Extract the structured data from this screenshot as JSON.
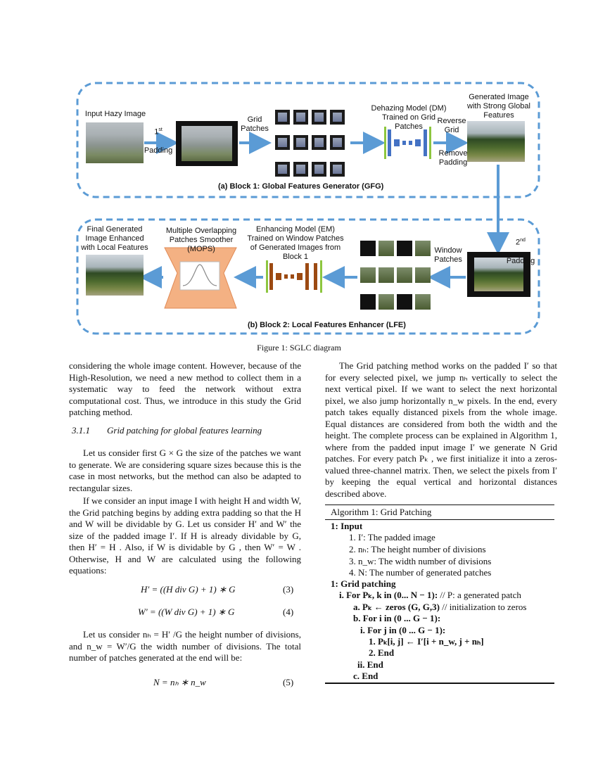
{
  "figure": {
    "block1": {
      "input_label": "Input Hazy Image",
      "padding_label_sup": "st",
      "padding_label_num": "1",
      "padding_label": "Padding",
      "grid_label": "Grid\nPatches",
      "dm_label": "Dehazing Model (DM)\nTrained on Grid\nPatches",
      "reverse_label": "Reverse\nGrid",
      "remove_label": "Remove\nPadding",
      "output_label": "Generated Image\nwith Strong Global\nFeatures",
      "caption": "(a) Block 1: Global Features Generator (GFG)"
    },
    "block2": {
      "padding_num": "2",
      "padding_sup": "nd",
      "padding_label": "Padding",
      "window_label": "Window\nPatches",
      "em_label": "Enhancing Model (EM)\nTrained on Window Patches\nof Generated Images from\nBlock 1",
      "mops_label": "Multiple Overlapping\nPatches Smoother\n(MOPS)",
      "final_label": "Final Generated\nImage Enhanced\nwith Local Features",
      "caption": "(b) Block 2: Local Features Enhancer (LFE)"
    },
    "caption": "Figure 1: SGLC diagram",
    "colors": {
      "dashed_border": "#5b9bd5",
      "arrow": "#5b9bd5",
      "dm_block": "#4472c4",
      "em_block": "#9c4a12",
      "mops": "#f4b183",
      "accent_green": "#8dc63f"
    }
  },
  "left": {
    "para1": "considering the whole image content. However, because of the High-Resolution, we need a new method to collect them in a systematic way to feed the network without extra computational cost. Thus, we introduce in this study the Grid patching method.",
    "section_num": "3.1.1",
    "section_title": "Grid patching for global features learning",
    "para2": "Let us consider first G × G the size of the patches we want to generate. We are considering square sizes because this is the case in most networks, but the method can also be adapted to rectangular sizes.",
    "para3": "If we consider an input image I with height H and width W, the Grid patching begins by adding extra padding so that the H and W will be dividable by G. Let us consider H′ and W′ the size of the padded image I′. If H is already dividable by G, then H′ = H . Also, if W is dividable by G , then W′ = W . Otherwise, H and W are calculated using the following equations:",
    "eq3": "H′ = ((H div G) + 1) ∗ G",
    "eq3_num": "(3)",
    "eq4": "W′ = ((W div G) + 1) ∗ G",
    "eq4_num": "(4)",
    "para4": "Let us consider nₕ = H′ /G the height number of divisions, and n_w = W′/G the width number of divisions. The total number of patches generated at the end will be:",
    "eq5": "N = nₕ ∗ n_w",
    "eq5_num": "(5)"
  },
  "right": {
    "para1": "The Grid patching method works on the padded I′ so that for every selected pixel, we jump nₕ vertically to select the next vertical pixel. If we want to select the next horizontal pixel, we also jump horizontally n_w pixels. In the end, every patch takes equally distanced pixels from the whole image. Equal distances are considered from both the width and the height. The complete process can be explained in Algorithm 1, where from the padded input image I′ we generate N Grid patches. For every patch Pₖ , we first initialize it into a zeros-valued three-channel matrix. Then, we select the pixels from I′ by keeping the equal vertical and horizontal distances described above.",
    "algorithm": {
      "title": "Algorithm 1: Grid Patching",
      "input_head": "1: Input",
      "inputs": [
        "1. I′: The padded image",
        "2. nₕ: The height number of divisions",
        "3. n_w: The width number of divisions",
        "4. N: The number of generated patches"
      ],
      "gp_head": "1: Grid patching",
      "line_i": "i.   For Pₖ, k in (0... N − 1):",
      "line_i_comment": "// P: a generated patch",
      "line_a": "a.   Pₖ ← zeros (G, G,3)",
      "line_a_comment": "// initialization to zeros",
      "line_b": "b.   For i  in (0 ... G − 1):",
      "line_bi": "i.   For j  in (0 ... G − 1):",
      "line_1": "1.   Pₖ[i, j] ← I′[i + n_w, j + nₕ]",
      "line_2": "2.   End",
      "line_ii": "ii.   End",
      "line_c": "c.   End"
    }
  }
}
